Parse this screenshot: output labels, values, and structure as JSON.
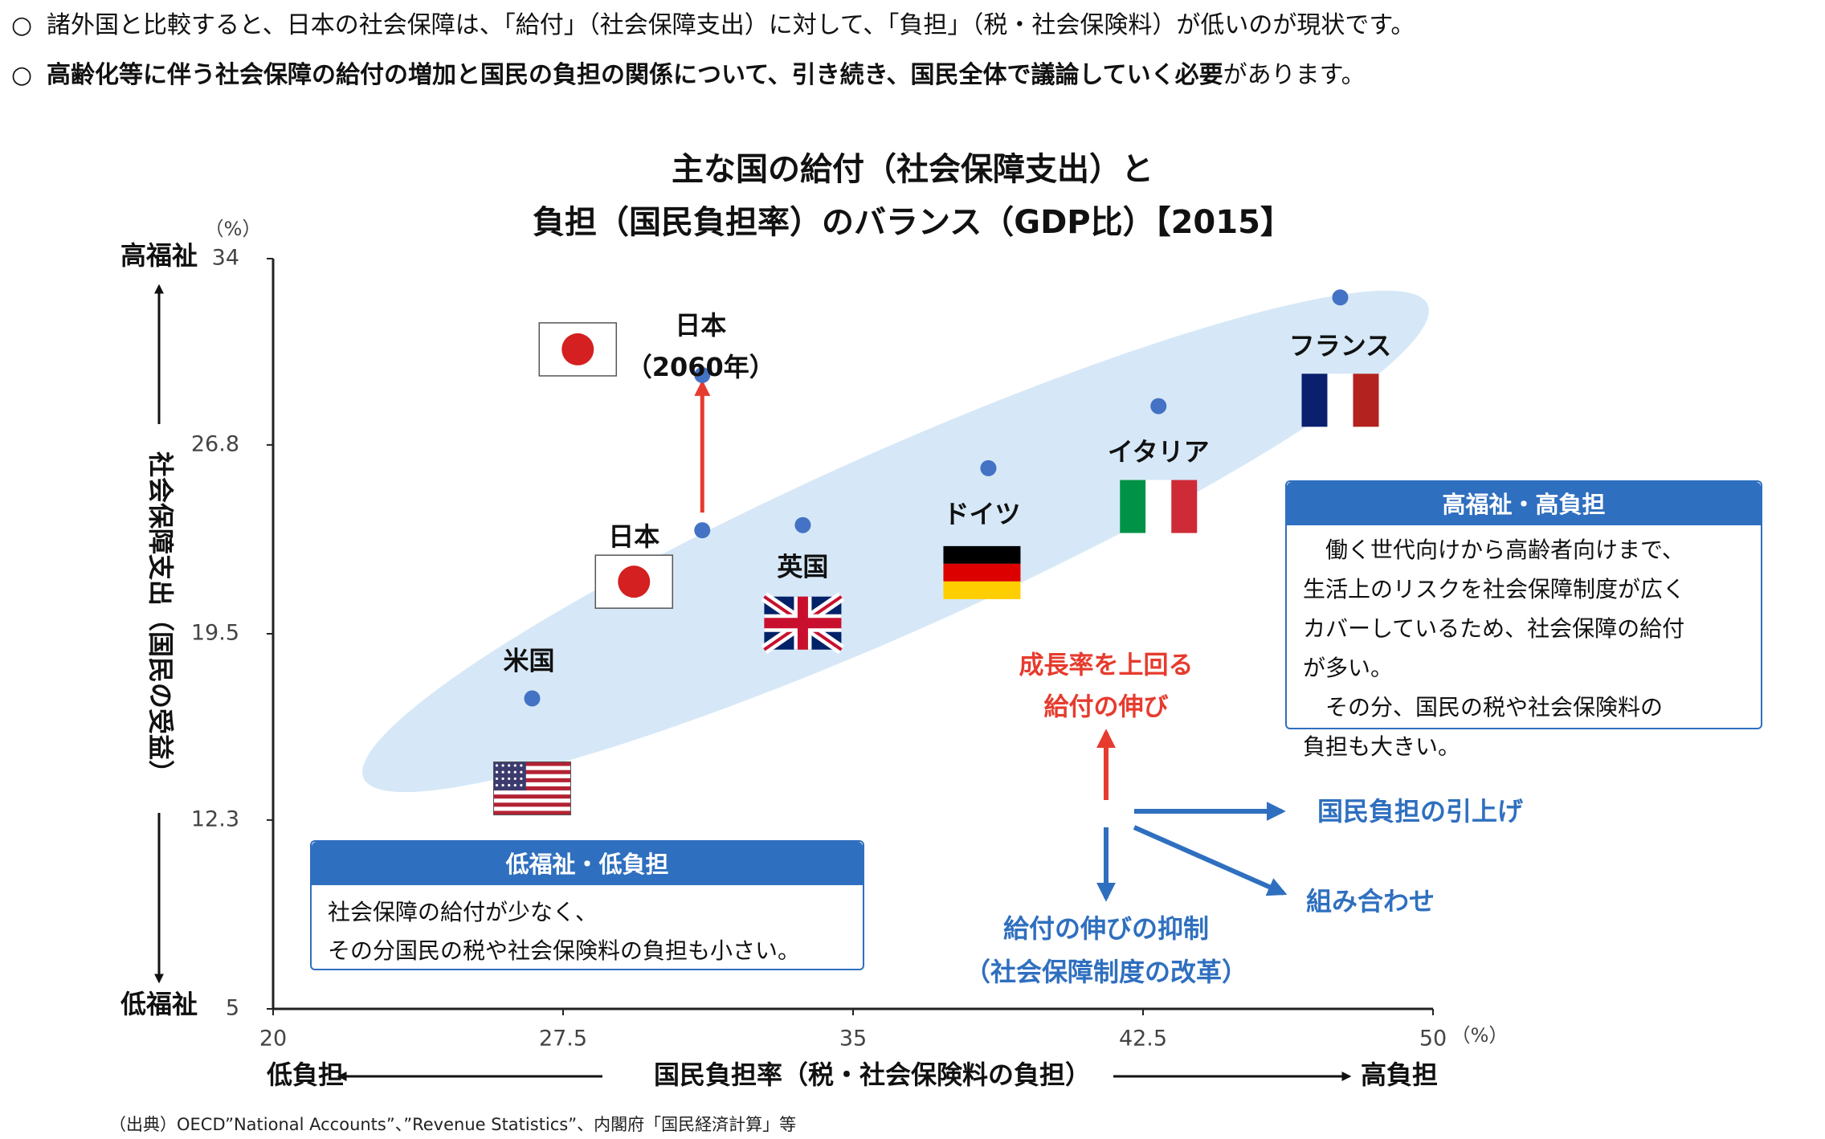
{
  "bullets": {
    "line1": {
      "mark": "○",
      "text": "諸外国と比較すると、日本の社会保障は、「給付」（社会保障支出）に対して、「負担」（税・社会保険料）が低いのが現状です。"
    },
    "line2": {
      "mark": "○",
      "bold": "高齢化等に伴う社会保障の給付の増加と国民の負担の関係について、引き続き、国民全体で議論していく必要",
      "rest": "があります。"
    }
  },
  "source_note": "（出典）OECD”National Accounts”、”Revenue Statistics”、内閣府「国民経済計算」等",
  "boxes": {
    "low": {
      "title": "低福祉・低負担",
      "lines": [
        "社会保障の給付が少なく、",
        "その分国民の税や社会保険料の負担も小さい。"
      ]
    },
    "high": {
      "title": "高福祉・高負担",
      "lines": [
        "　働く世代向けから高齢者向けまで、",
        "生活上のリスクを社会保障制度が広く",
        "カバーしているため、社会保障の給付",
        "が多い。",
        "　その分、国民の税や社会保険料の",
        "負担も大きい。"
      ]
    }
  },
  "annotations": {
    "growth_line1": "成長率を上回る",
    "growth_line2": "給付の伸び",
    "raise_burden": "国民負担の引上げ",
    "combination": "組み合わせ",
    "restrain_line1": "給付の伸びの抑制",
    "restrain_line2": "（社会保障制度の改革）"
  },
  "colors": {
    "point": "#4472c4",
    "ellipse": "#d6e8f7",
    "red": "#e63b2e",
    "blue": "#2f6fbf"
  },
  "chart_data": {
    "type": "scatter",
    "title": [
      "主な国の給付（社会保障支出）と",
      "負担（国民負担率）のバランス（GDP比）【2015】"
    ],
    "xlabel": "国民負担率（税・社会保険料の負担）",
    "ylabel": "社会保障支出（国民の受益）",
    "x_unit": "（%）",
    "y_unit": "（%）",
    "xlim": [
      20,
      50
    ],
    "ylim": [
      5,
      34
    ],
    "x_ticks": [
      "20",
      "27.5",
      "35",
      "42.5",
      "50"
    ],
    "y_ticks": [
      "5",
      "12.3",
      "19.5",
      "26.8",
      "34"
    ],
    "x_left_label": "低負担",
    "x_right_label": "高負担",
    "y_top_label": "高福祉",
    "y_bottom_label": "低福祉",
    "points": [
      {
        "label": "米国",
        "x": 26.7,
        "y": 17.0,
        "flag": "us"
      },
      {
        "label": "日本",
        "x": 31.1,
        "y": 23.5,
        "flag": "jp"
      },
      {
        "label": "日本（2060年）",
        "label_line1": "日本",
        "label_line2": "（2060年）",
        "x": 31.1,
        "y": 29.5,
        "flag": "jp"
      },
      {
        "label": "英国",
        "x": 33.7,
        "y": 23.7,
        "flag": "uk"
      },
      {
        "label": "ドイツ",
        "x": 38.5,
        "y": 25.9,
        "flag": "de"
      },
      {
        "label": "イタリア",
        "x": 42.9,
        "y": 28.3,
        "flag": "it"
      },
      {
        "label": "フランス",
        "x": 47.6,
        "y": 32.5,
        "flag": "fr"
      }
    ]
  }
}
